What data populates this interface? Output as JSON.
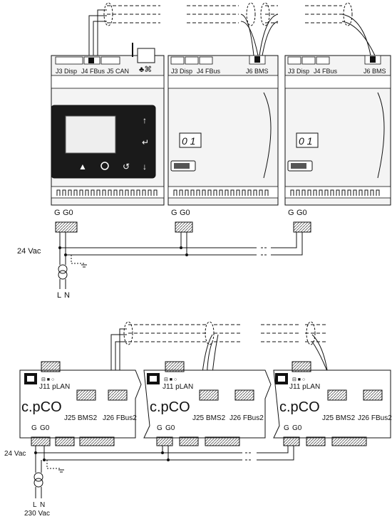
{
  "top_section": {
    "controller": {
      "ports": {
        "j3": "J3 Disp",
        "j4": "J4 FBus",
        "j5": "J5 CAN"
      },
      "terminals": {
        "g": "G",
        "g0": "G0"
      },
      "keypad_icons": [
        "up-icon",
        "enter-icon",
        "alarm-icon",
        "program-icon",
        "escape-icon",
        "down-icon"
      ]
    },
    "expansion_units": [
      {
        "ports": {
          "j3": "J3 Disp",
          "j4": "J4 FBus",
          "j6": "J6 BMS"
        },
        "display": "0 1",
        "terminals": {
          "g": "G",
          "g0": "G0"
        }
      },
      {
        "ports": {
          "j3": "J3 Disp",
          "j4": "J4 FBus",
          "j6": "J6 BMS"
        },
        "display": "0 1",
        "terminals": {
          "g": "G",
          "g0": "G0"
        }
      }
    ],
    "supply": {
      "voltage": "24 Vac",
      "l": "L",
      "n": "N"
    }
  },
  "bottom_section": {
    "units": [
      {
        "brand": "c.pCO",
        "plan_port": "J11 pLAN",
        "bms_port": "J25 BMS2",
        "fbus_port": "J26 FBus2",
        "terminals": {
          "g": "G",
          "g0": "G0"
        }
      },
      {
        "brand": "c.pCO",
        "plan_port": "J11 pLAN",
        "bms_port": "J25 BMS2",
        "fbus_port": "J26 FBus2",
        "terminals": {
          "g": "G",
          "g0": "G0"
        }
      },
      {
        "brand": "c.pCO",
        "plan_port": "J11 pLAN",
        "bms_port": "J25 BMS2",
        "fbus_port": "J26 FBus2",
        "terminals": {
          "g": "G",
          "g0": "G0"
        }
      }
    ],
    "supply": {
      "voltage_secondary": "24 Vac",
      "l": "L",
      "n": "N",
      "voltage_primary": "230 Vac"
    }
  },
  "colors": {
    "line": "#111111",
    "panel": "#f2f2f2",
    "display": "#1a1a1a",
    "screen": "#eeeeee"
  }
}
